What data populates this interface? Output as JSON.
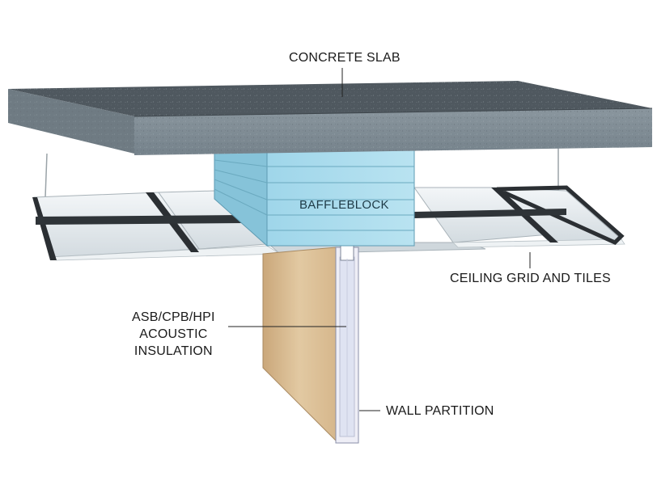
{
  "labels": {
    "concrete_slab": "CONCRETE SLAB",
    "baffleblock": "BAFFLEBLOCK",
    "ceiling_grid": "CEILING GRID AND TILES",
    "insulation_lines": [
      "ASB/CPB/HPI",
      "ACOUSTIC",
      "INSULATION"
    ],
    "wall_partition": "WALL PARTITION"
  },
  "colors": {
    "concrete_top": "#4f585f",
    "concrete_front": "#7f8c95",
    "baffle_front": "#a8dced",
    "baffle_side": "#7fbfd6",
    "wall_side": "#d8bc94",
    "ceiling_tile": "#e6ecef",
    "grid_runner": "#2b2f33",
    "insulation": "#dfe3f2"
  }
}
